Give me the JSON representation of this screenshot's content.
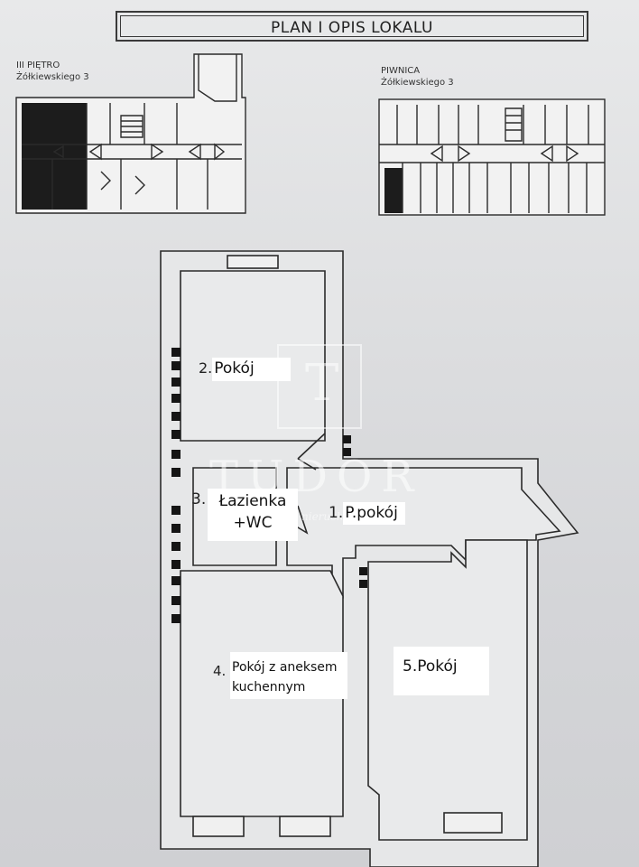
{
  "title": "PLAN I OPIS LOKALU",
  "left_thumb": {
    "line1": "III PIĘTRO",
    "line2": "Żółkiewskiego 3"
  },
  "right_thumb": {
    "line1": "PIWNICA",
    "line2": "Żółkiewskiego 3"
  },
  "rooms": [
    {
      "number": "2.",
      "name": "Pokój"
    },
    {
      "number": "3.",
      "name_line1": "Łazienka",
      "name_line2": "+WC"
    },
    {
      "number": "1.",
      "name": "P.pokój"
    },
    {
      "number": "4.",
      "name_line1": "Pokój z aneksem",
      "name_line2": "kuchennym"
    },
    {
      "number": "5.",
      "name": "Pokój"
    }
  ],
  "watermark": {
    "monogram": "T",
    "brand": "TUDOR",
    "sub": "nieruchom"
  },
  "colors": {
    "wall": "#2b2b2b",
    "fill_dark": "#1c1c1c",
    "paper": "#e3e4e5"
  }
}
